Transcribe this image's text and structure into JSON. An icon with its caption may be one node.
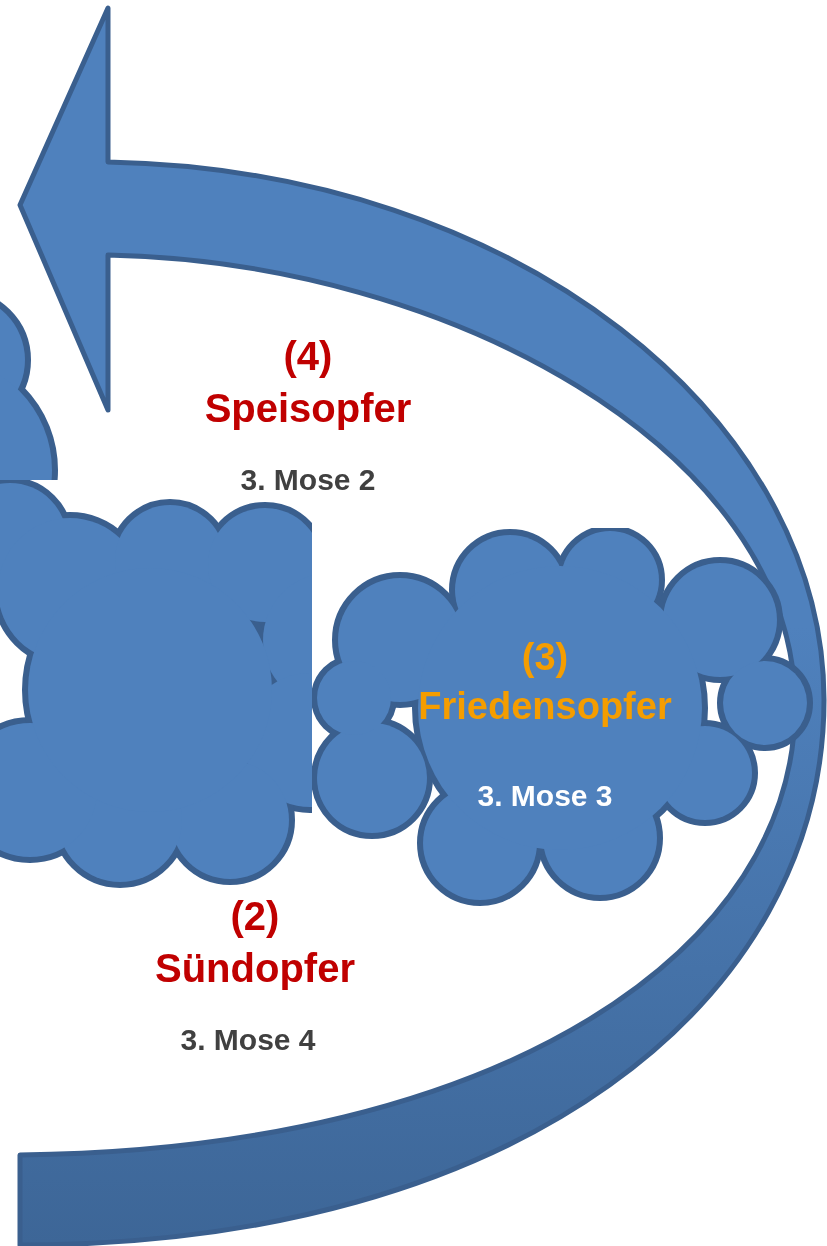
{
  "diagram": {
    "nodes": [
      {
        "text": [],
        "shape": "cloud"
      },
      {
        "text": [],
        "shape": "cloud"
      },
      {
        "text": [
          "(3) Friedensopfer",
          "3. Mose 3"
        ]
      }
    ],
    "labels": [
      "(4) Speisopfer",
      "3. Mose 2",
      "(2) Sündopfer",
      "3. Mose 4"
    ]
  }
}
